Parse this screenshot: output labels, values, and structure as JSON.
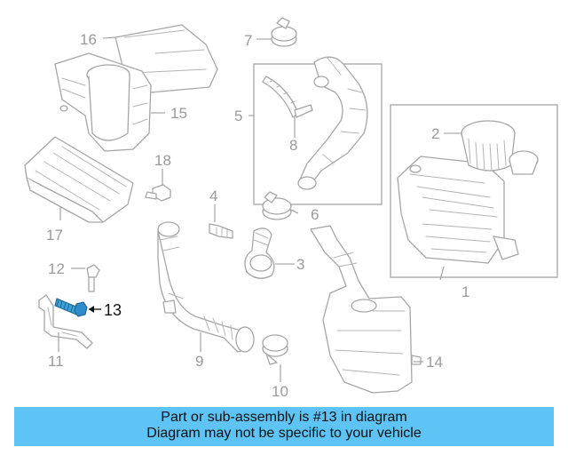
{
  "banner": {
    "line1": "Part or sub-assembly is #13 in diagram",
    "line2": "Diagram may not be specific to your vehicle",
    "background": "#5ec3f5"
  },
  "highlight": {
    "part_number": "13",
    "color": "#3aa0d8"
  },
  "callouts": {
    "c1": "1",
    "c2": "2",
    "c3": "3",
    "c4": "4",
    "c5": "5",
    "c6": "6",
    "c7": "7",
    "c8": "8",
    "c9": "9",
    "c10": "10",
    "c11": "11",
    "c12": "12",
    "c13": "13",
    "c14": "14",
    "c15": "15",
    "c16": "16",
    "c17": "17",
    "c18": "18"
  }
}
